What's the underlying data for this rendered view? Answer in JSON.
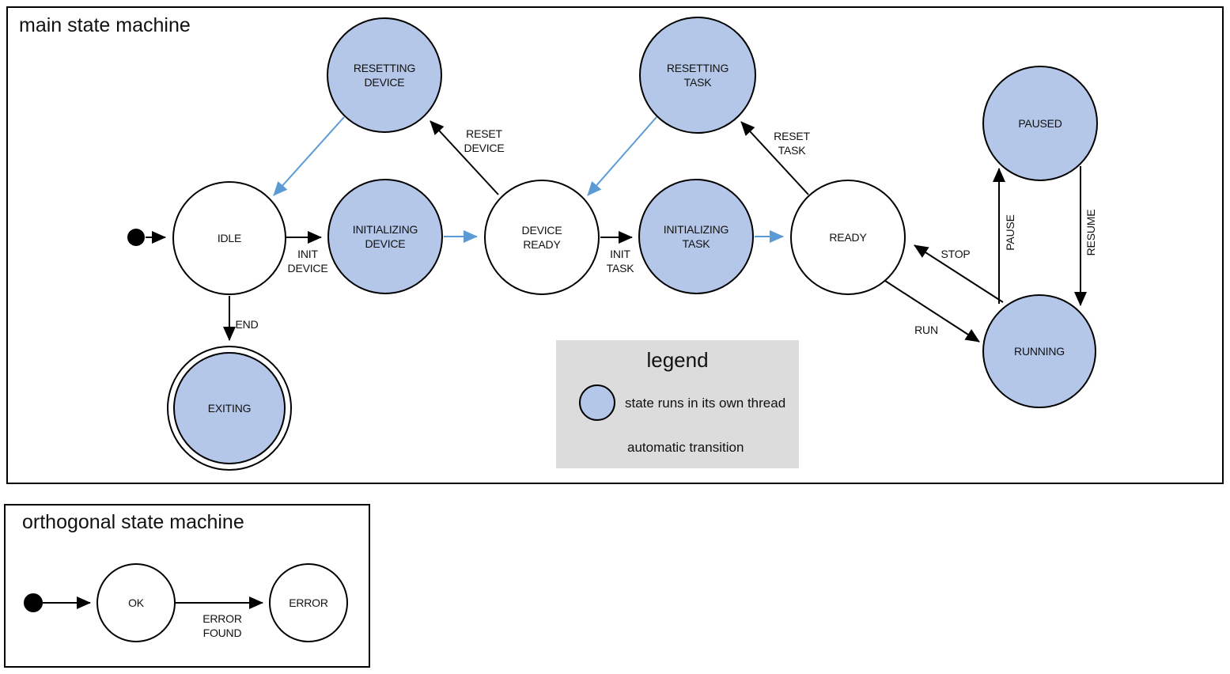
{
  "main": {
    "title": "main state machine",
    "states": {
      "idle": "IDLE",
      "initializing_device": "INITIALIZING\nDEVICE",
      "device_ready": "DEVICE\nREADY",
      "initializing_task": "INITIALIZING\nTASK",
      "ready": "READY",
      "resetting_device": "RESETTING\nDEVICE",
      "resetting_task": "RESETTING\nTASK",
      "paused": "PAUSED",
      "running": "RUNNING",
      "exiting": "EXITING"
    },
    "transitions": {
      "init_device": "INIT\nDEVICE",
      "reset_device": "RESET\nDEVICE",
      "init_task": "INIT\nTASK",
      "reset_task": "RESET\nTASK",
      "run": "RUN",
      "stop": "STOP",
      "pause": "PAUSE",
      "resume": "RESUME",
      "end": "END"
    }
  },
  "orthogonal": {
    "title": "orthogonal state machine",
    "states": {
      "ok": "OK",
      "error": "ERROR"
    },
    "transitions": {
      "error_found": "ERROR\nFOUND"
    }
  },
  "legend": {
    "title": "legend",
    "thread_state_label": "state runs in its own thread",
    "automatic_transition_label": "automatic transition"
  },
  "colors": {
    "threaded_state_fill": "#b4c7e8",
    "automatic_transition_blue": "#5b9bd5",
    "legend_background": "#dcdcdc",
    "line_black": "#000000"
  }
}
